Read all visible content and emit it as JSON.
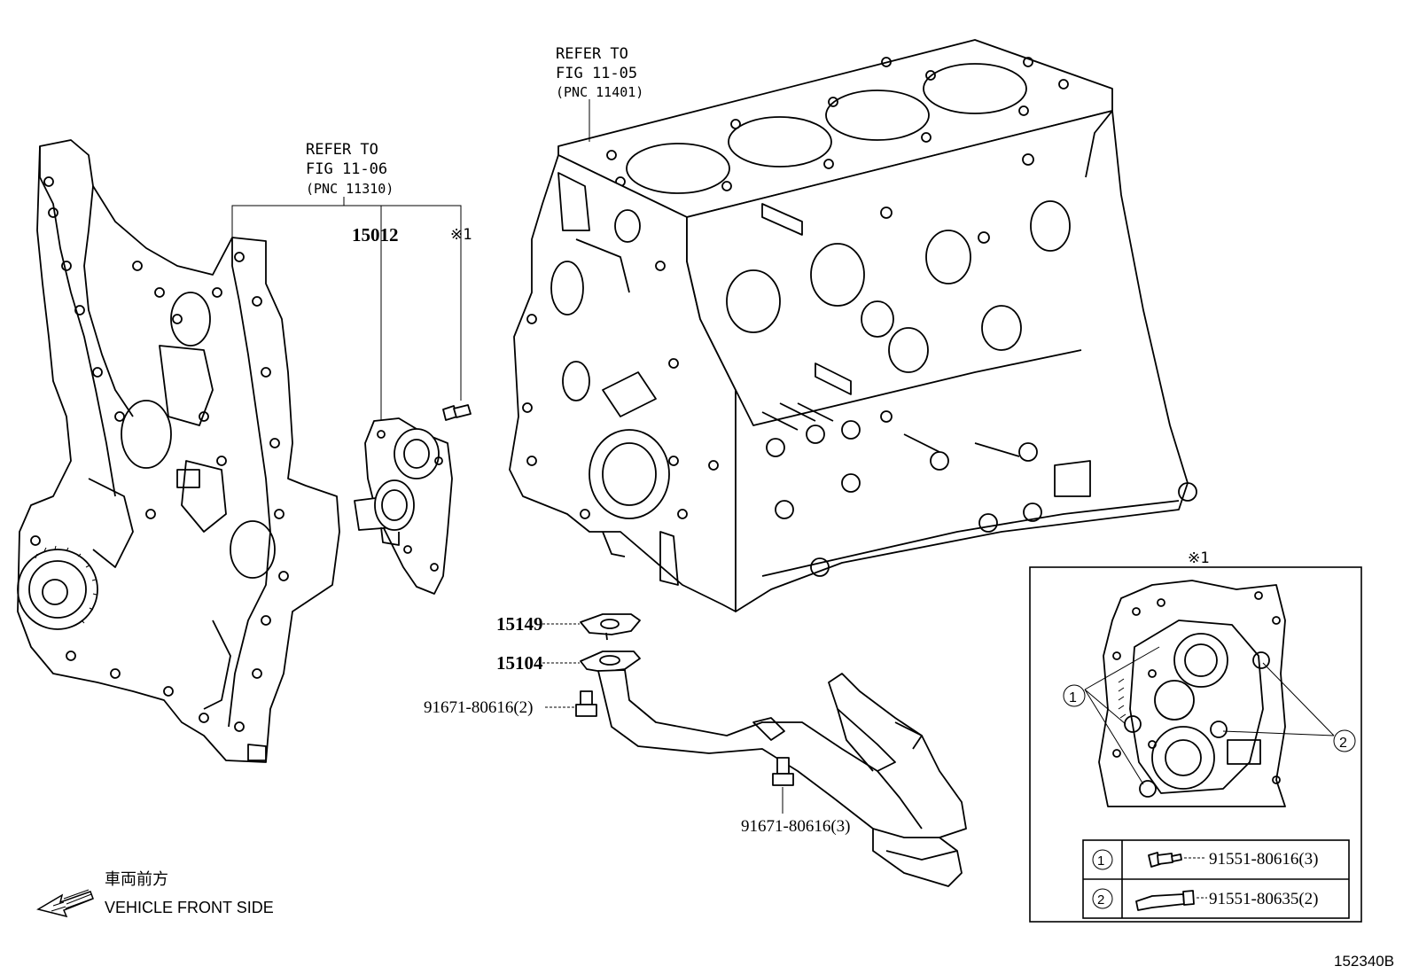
{
  "refs": [
    {
      "line1": "REFER TO",
      "line2": "FIG 11-06",
      "line3": "(PNC 11310)"
    },
    {
      "line1": "REFER TO",
      "line2": "FIG 11-05",
      "line3": "(PNC 11401)"
    }
  ],
  "parts": {
    "p15012": "15012",
    "note_mark": "※1",
    "p15149": "15149",
    "p15104": "15104",
    "bolt_a": "91671-80616(2)",
    "bolt_b": "91671-80616(3)"
  },
  "detail": {
    "title": "※1",
    "callout1": "1",
    "callout2": "2",
    "rows": [
      {
        "idx": "1",
        "part": "91551-80616(3)"
      },
      {
        "idx": "2",
        "part": "91551-80635(2)"
      }
    ]
  },
  "front": {
    "jp": "車両前方",
    "en": "VEHICLE FRONT SIDE"
  },
  "diagram_id": "152340B"
}
